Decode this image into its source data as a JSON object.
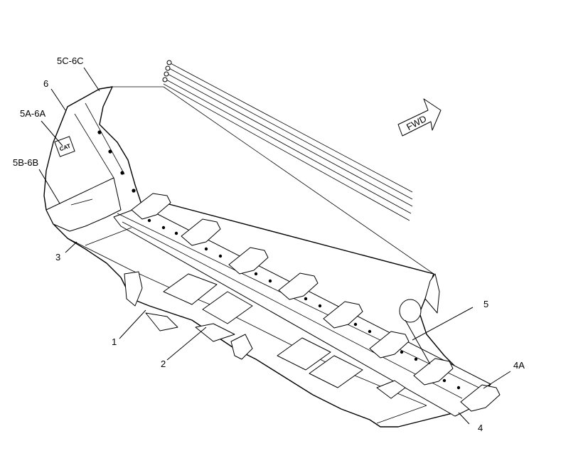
{
  "labels": {
    "l_5c6c": "5C-6C",
    "l_6": "6",
    "l_5a6a": "5A-6A",
    "l_5b6b": "5B-6B",
    "l_3": "3",
    "l_1": "1",
    "l_2": "2",
    "l_5": "5",
    "l_4a": "4A",
    "l_4": "4"
  },
  "badges": {
    "fwd": "FWD",
    "cat": "CAT"
  }
}
